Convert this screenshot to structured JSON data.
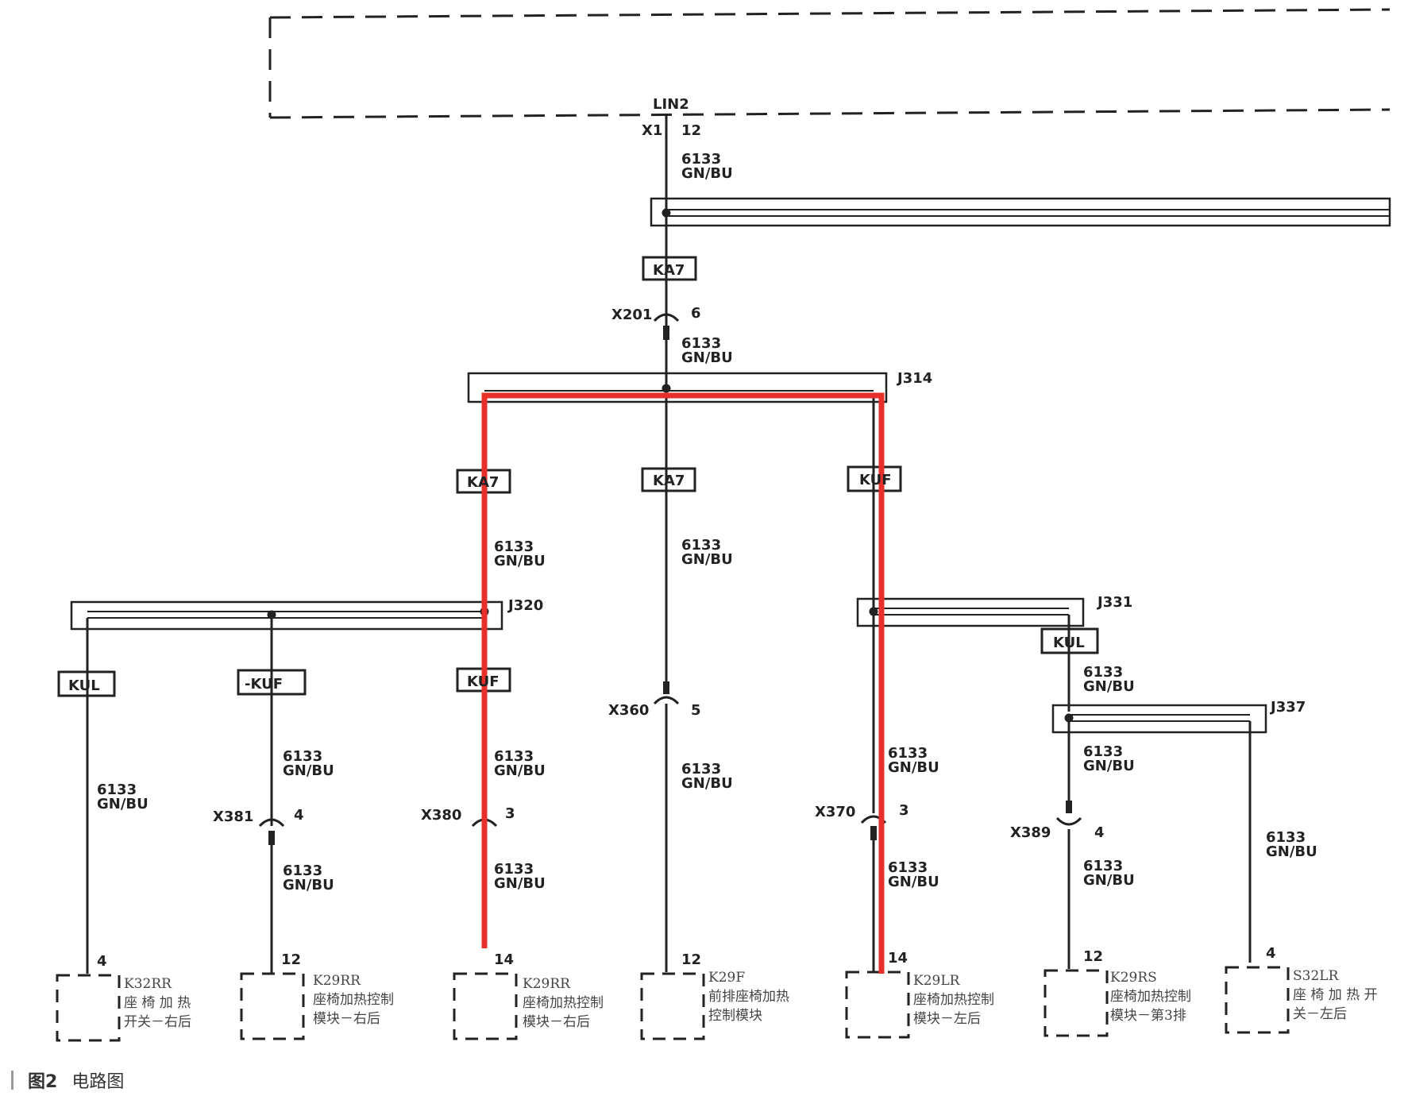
{
  "top_box": {
    "bus": "LIN2",
    "connector": "X1",
    "pin": "12"
  },
  "wire": {
    "num": "6133",
    "color": "GN/BU"
  },
  "connectors": [
    {
      "name": "X201",
      "pin": "6"
    },
    {
      "name": "X360",
      "pin": "5"
    },
    {
      "name": "X381",
      "pin": "4"
    },
    {
      "name": "X380",
      "pin": "3"
    },
    {
      "name": "X370",
      "pin": "3"
    },
    {
      "name": "X389",
      "pin": "4"
    }
  ],
  "splices": [
    "J314",
    "J320",
    "J331",
    "J337"
  ],
  "harness_codes": {
    "ka7_trunk": "KA7",
    "ka7_left": "KA7",
    "ka7_center": "KA7",
    "kuf_right": "KUF",
    "kul_left": "KUL",
    "kuf_left": "-KUF",
    "kuf_mid": "KUF",
    "kul_right": "KUL"
  },
  "modules": [
    {
      "pin": "4",
      "code": "K32RR",
      "desc1": "座 椅 加 热",
      "desc2": "开关－右后"
    },
    {
      "pin": "12",
      "code": "K29RR",
      "desc1": "座椅加热控制",
      "desc2": "模块－右后"
    },
    {
      "pin": "14",
      "code": "K29RR",
      "desc1": "座椅加热控制",
      "desc2": "模块－右后"
    },
    {
      "pin": "12",
      "code": "K29F",
      "desc1": "前排座椅加热",
      "desc2": "控制模块"
    },
    {
      "pin": "14",
      "code": "K29LR",
      "desc1": "座椅加热控制",
      "desc2": "模块－左后"
    },
    {
      "pin": "12",
      "code": "K29RS",
      "desc1": "座椅加热控制",
      "desc2": "模块－第3排"
    },
    {
      "pin": "4",
      "code": "S32LR",
      "desc1": "座 椅 加 热 开",
      "desc2": "关－左后"
    }
  ],
  "caption": {
    "figure": "图2",
    "title": "电路图"
  },
  "colors": {
    "wire": "#222222",
    "highlight": "#e8302a",
    "background": "#ffffff"
  }
}
